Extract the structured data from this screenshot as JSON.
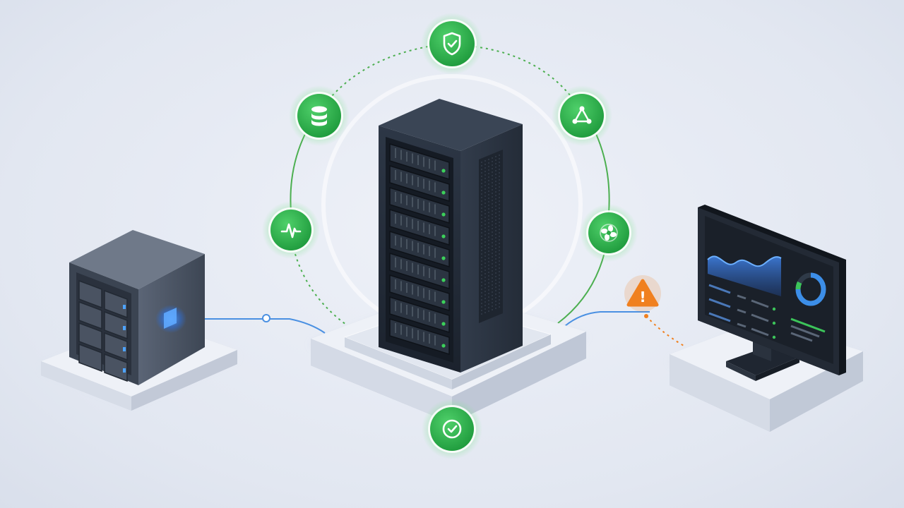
{
  "colors": {
    "background": "#e4e8f2",
    "platform_top": "#e7ebf3",
    "platform_side": "#c7cedd",
    "server_dark": "#283240",
    "server_front": "#1e2632",
    "status_green": "#27a745",
    "status_green_light": "#3cc45a",
    "link_blue": "#4a90e2",
    "warning_orange": "#f0801f",
    "ring_green": "#4caf50"
  },
  "status_nodes": [
    {
      "name": "security-shield-node",
      "icon": "shield-check-icon",
      "status": "ok"
    },
    {
      "name": "database-node",
      "icon": "database-icon",
      "status": "ok"
    },
    {
      "name": "network-topology-node",
      "icon": "network-triangle-icon",
      "status": "ok"
    },
    {
      "name": "heartbeat-node",
      "icon": "pulse-icon",
      "status": "ok"
    },
    {
      "name": "cooling-fan-node",
      "icon": "fan-icon",
      "status": "ok"
    },
    {
      "name": "health-check-node",
      "icon": "check-circle-icon",
      "status": "ok"
    }
  ],
  "devices": {
    "storage": {
      "icon": "storage-cube-icon",
      "bays": 8
    },
    "rack": {
      "icon": "server-rack-icon",
      "units": 9
    },
    "monitor": {
      "icon": "monitor-dashboard-icon",
      "donut_fraction": 0.75
    }
  },
  "alert": {
    "icon": "warning-triangle-icon",
    "glyph": "!",
    "status": "warning"
  }
}
